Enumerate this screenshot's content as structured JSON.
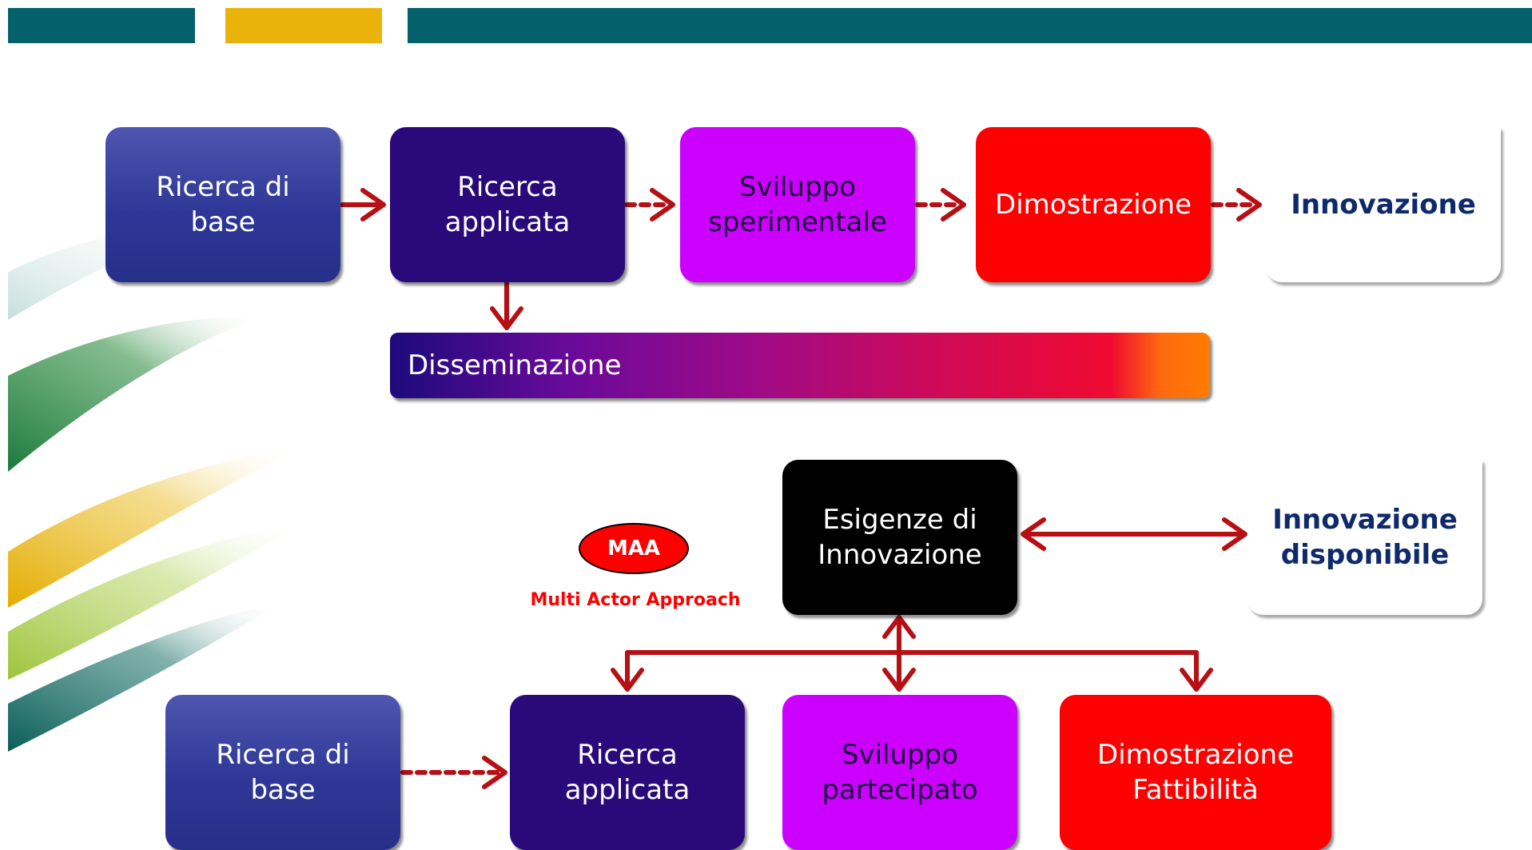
{
  "top_flow": {
    "ricerca_base": "Ricerca di\nbase",
    "ricerca_applicata": "Ricerca\napplicata",
    "sviluppo": "Sviluppo\nsperimentale",
    "dimostrazione": "Dimostrazione",
    "innovazione": "Innovazione",
    "disseminazione": "Disseminazione"
  },
  "bottom_flow": {
    "esigenze": "Esigenze di\nInnovazione",
    "innovazione_disponibile": "Innovazione\ndisponibile",
    "ricerca_base": "Ricerca di\nbase",
    "ricerca_applicata": "Ricerca\napplicata",
    "sviluppo": "Sviluppo\npartecipato",
    "dimostrazione": "Dimostrazione\nFattibilità"
  },
  "maa": {
    "badge": "MAA",
    "caption": "Multi Actor Approach"
  },
  "colors": {
    "header_teal": "#04606a",
    "header_gold": "#e9b30b",
    "arrow_red": "#b60f14",
    "ricerca_base": "#2e3797",
    "ricerca_applicata": "#2a0a7a",
    "sviluppo": "#cc00ff",
    "dimostrazione": "#ff0000",
    "innovazione_text": "#0e2a6b"
  }
}
